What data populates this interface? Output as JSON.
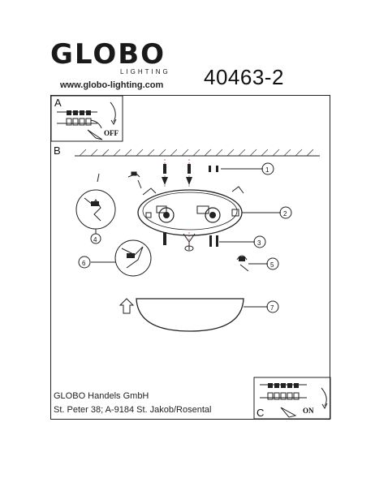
{
  "brand": {
    "logo": "GLOBO",
    "logo_sub": "LIGHTING",
    "website": "www.globo-lighting.com"
  },
  "model_number": "40463-2",
  "sections": {
    "a": "A",
    "b": "B",
    "c": "C"
  },
  "switch_labels": {
    "off": "OFF",
    "on": "ON"
  },
  "callouts": [
    "1",
    "2",
    "3",
    "4",
    "5",
    "6",
    "7"
  ],
  "footer": {
    "company": "GLOBO Handels GmbH",
    "address": "St. Peter 38; A-9184 St. Jakob/Rosental"
  }
}
